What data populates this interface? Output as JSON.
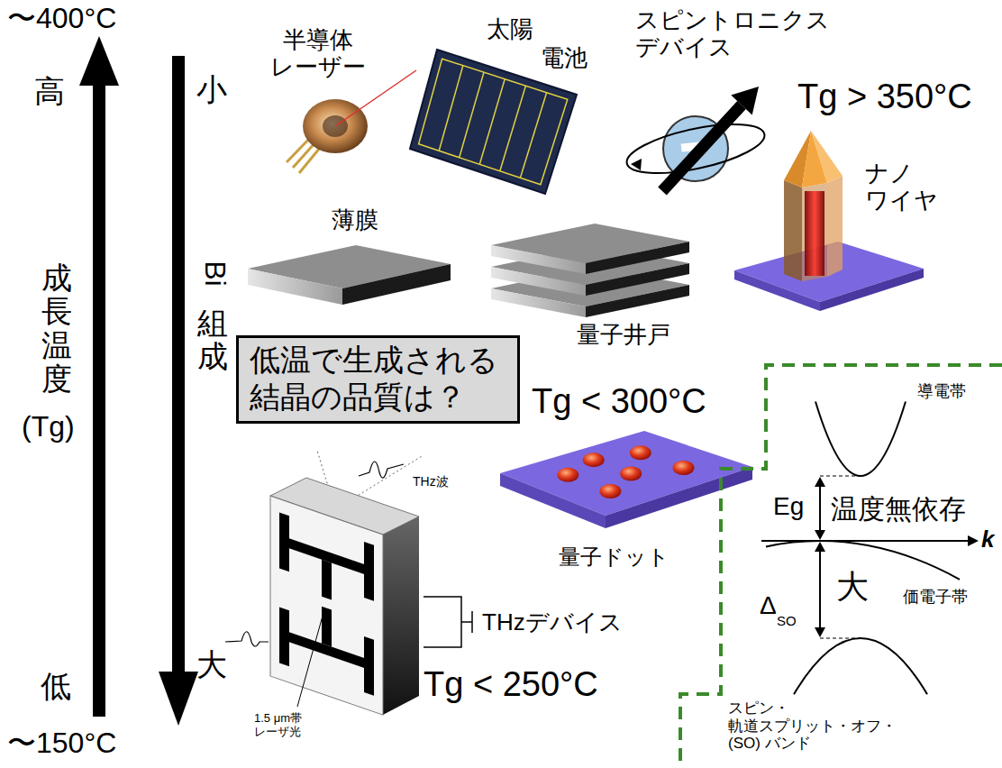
{
  "diagram": {
    "nodes": [
      {
        "text": [
          "低温で生成される 結晶の品質は？"
        ]
      }
    ],
    "edges": [],
    "labels": [
      "〜400°C",
      "高",
      "成長温度",
      "(Tg)",
      "低",
      "〜150°C",
      "小",
      "Bi",
      "組成",
      "大",
      "半導体 レーザー",
      "太陽",
      "電池",
      "スピントロニクス デバイス",
      "Tg > 350°C",
      "ナノ ワイヤ",
      "薄膜",
      "量子井戸",
      "Tg < 300°C",
      "量子ドット",
      "THz波",
      "THzデバイス",
      "1.5 μm帯 レーザ光",
      "Tg < 250°C",
      "導電帯",
      "Eg",
      "温度無依存",
      "k",
      "Δ",
      "SO",
      "大",
      "価電子帯",
      "スピン・ 軌道スプリット・オフ・ (SO) バンド"
    ]
  }
}
